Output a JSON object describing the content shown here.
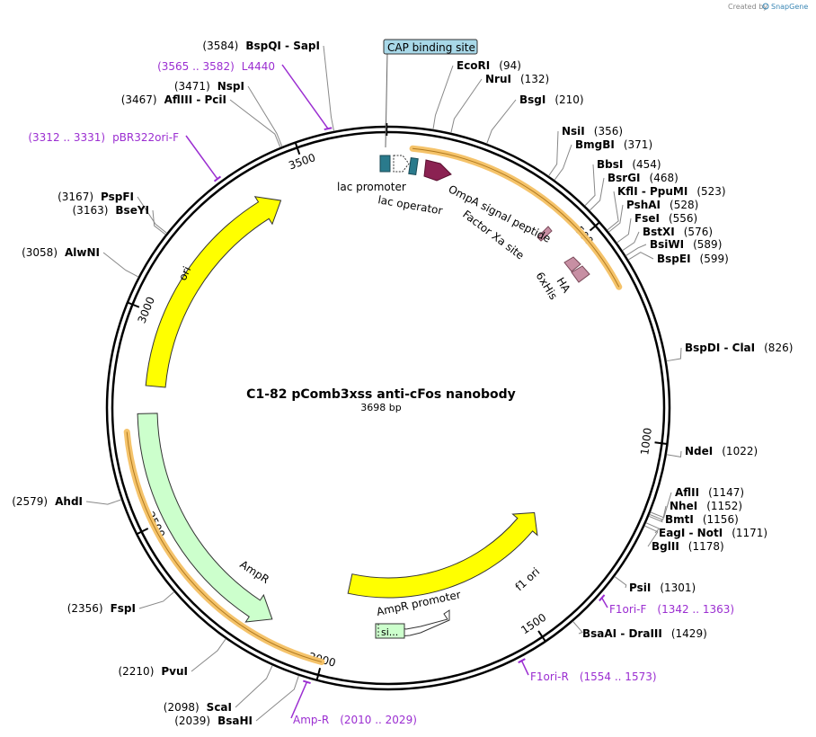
{
  "credit": {
    "prefix": "Created by",
    "brand": "SnapGene"
  },
  "plasmid": {
    "name": "C1-82 pComb3xss anti-cFos nanobody",
    "size": "3698 bp"
  },
  "cap_site": "CAP binding site",
  "ticks": [
    "500",
    "1000",
    "1500",
    "2000",
    "2500",
    "3000",
    "3500"
  ],
  "sites": [
    {
      "name": "EcoRI",
      "pos": "(94)"
    },
    {
      "name": "NruI",
      "pos": "(132)"
    },
    {
      "name": "BsgI",
      "pos": "(210)"
    },
    {
      "name": "NsiI",
      "pos": "(356)"
    },
    {
      "name": "BmgBI",
      "pos": "(371)"
    },
    {
      "name": "BbsI",
      "pos": "(454)"
    },
    {
      "name": "BsrGI",
      "pos": "(468)"
    },
    {
      "name": "KflI - PpuMI",
      "pos": "(523)"
    },
    {
      "name": "PshAI",
      "pos": "(528)"
    },
    {
      "name": "FseI",
      "pos": "(556)"
    },
    {
      "name": "BstXI",
      "pos": "(576)"
    },
    {
      "name": "BsiWI",
      "pos": "(589)"
    },
    {
      "name": "BspEI",
      "pos": "(599)"
    },
    {
      "name": "BspDI - ClaI",
      "pos": "(826)"
    },
    {
      "name": "NdeI",
      "pos": "(1022)"
    },
    {
      "name": "AflII",
      "pos": "(1147)"
    },
    {
      "name": "NheI",
      "pos": "(1152)"
    },
    {
      "name": "BmtI",
      "pos": "(1156)"
    },
    {
      "name": "EagI - NotI",
      "pos": "(1171)"
    },
    {
      "name": "BglII",
      "pos": "(1178)"
    },
    {
      "name": "PsiI",
      "pos": "(1301)"
    },
    {
      "name": "BsaAI - DraIII",
      "pos": "(1429)"
    },
    {
      "name": "ScaI",
      "pos": "(2098)"
    },
    {
      "name": "BsaHI",
      "pos": "(2039)"
    },
    {
      "name": "PvuI",
      "pos": "(2210)"
    },
    {
      "name": "FspI",
      "pos": "(2356)"
    },
    {
      "name": "AhdI",
      "pos": "(2579)"
    },
    {
      "name": "AlwNI",
      "pos": "(3058)"
    },
    {
      "name": "BseYI",
      "pos": "(3163)"
    },
    {
      "name": "PspFI",
      "pos": "(3167)"
    },
    {
      "name": "AflIII - PciI",
      "pos": "(3467)"
    },
    {
      "name": "NspI",
      "pos": "(3471)"
    },
    {
      "name": "BspQI - SapI",
      "pos": "(3584)"
    }
  ],
  "primers": [
    {
      "name": "L4440",
      "pos": "(3565 .. 3582)"
    },
    {
      "name": "pBR322ori-F",
      "pos": "(3312 .. 3331)"
    },
    {
      "name": "F1ori-F",
      "pos": "(1342 .. 1363)"
    },
    {
      "name": "F1ori-R",
      "pos": "(1554 .. 1573)"
    },
    {
      "name": "Amp-R",
      "pos": "(2010 .. 2029)"
    }
  ],
  "features": {
    "lac_promoter": "lac promoter",
    "lac_operator": "lac operator",
    "ompa": "OmpA signal peptide",
    "factor_xa": "Factor Xa site",
    "ha": "HA",
    "his": "6xHis",
    "ori": "ori",
    "ampr": "AmpR",
    "ampr_promoter": "AmpR promoter",
    "sig": "si...",
    "f1ori": "f1 ori"
  },
  "colors": {
    "ori": "#ffff00",
    "f1ori": "#ffff00",
    "ampr": "#ccffcc",
    "ompa": "#8b2252",
    "lac": "#2a7a8c",
    "tag": "#c78fa3",
    "orf_highlight": "#f5c36a",
    "primer": "#9b2ed1",
    "cap_box": "#a8d8e8"
  }
}
